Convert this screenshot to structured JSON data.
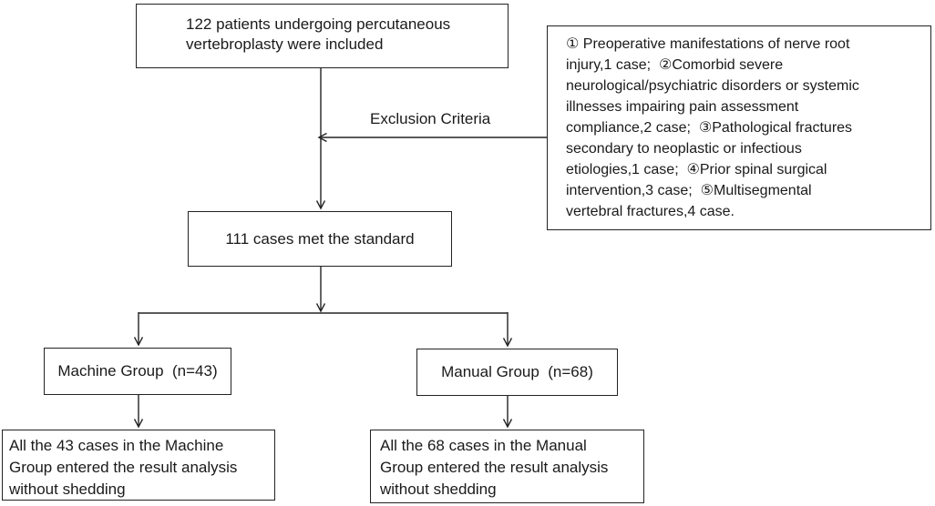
{
  "figure": {
    "type": "patient-flow-diagram",
    "colors": {
      "background": "#ffffff",
      "line": "#232323",
      "text": "#1a1a1a"
    }
  },
  "boxes": {
    "included": {
      "text": "122 patients undergoing percutaneous\nvertebroplasty were included"
    },
    "exclusion": {
      "text": "① Preoperative manifestations of nerve root\ninjury,1 case;  ②Comorbid severe\nneurological/psychiatric disorders or systemic\nillnesses impairing pain assessment\ncompliance,2 case;  ③Pathological fractures\nsecondary to neoplastic or infectious\netiologies,1 case;  ④Prior spinal surgical\nintervention,3 case;  ⑤Multisegmental\nvertebral fractures,4 case."
    },
    "met_standard": {
      "text": "111 cases met the standard"
    },
    "machine_group": {
      "text": "Machine Group  (n=43)"
    },
    "manual_group": {
      "text": "Manual Group  (n=68)"
    },
    "machine_result": {
      "text": "All the 43 cases in the Machine\nGroup entered the result analysis\nwithout shedding"
    },
    "manual_result": {
      "text": "All the 68 cases in the Manual\nGroup entered the result analysis\nwithout shedding"
    }
  },
  "labels": {
    "exclusion_arrow": "Exclusion Criteria"
  }
}
